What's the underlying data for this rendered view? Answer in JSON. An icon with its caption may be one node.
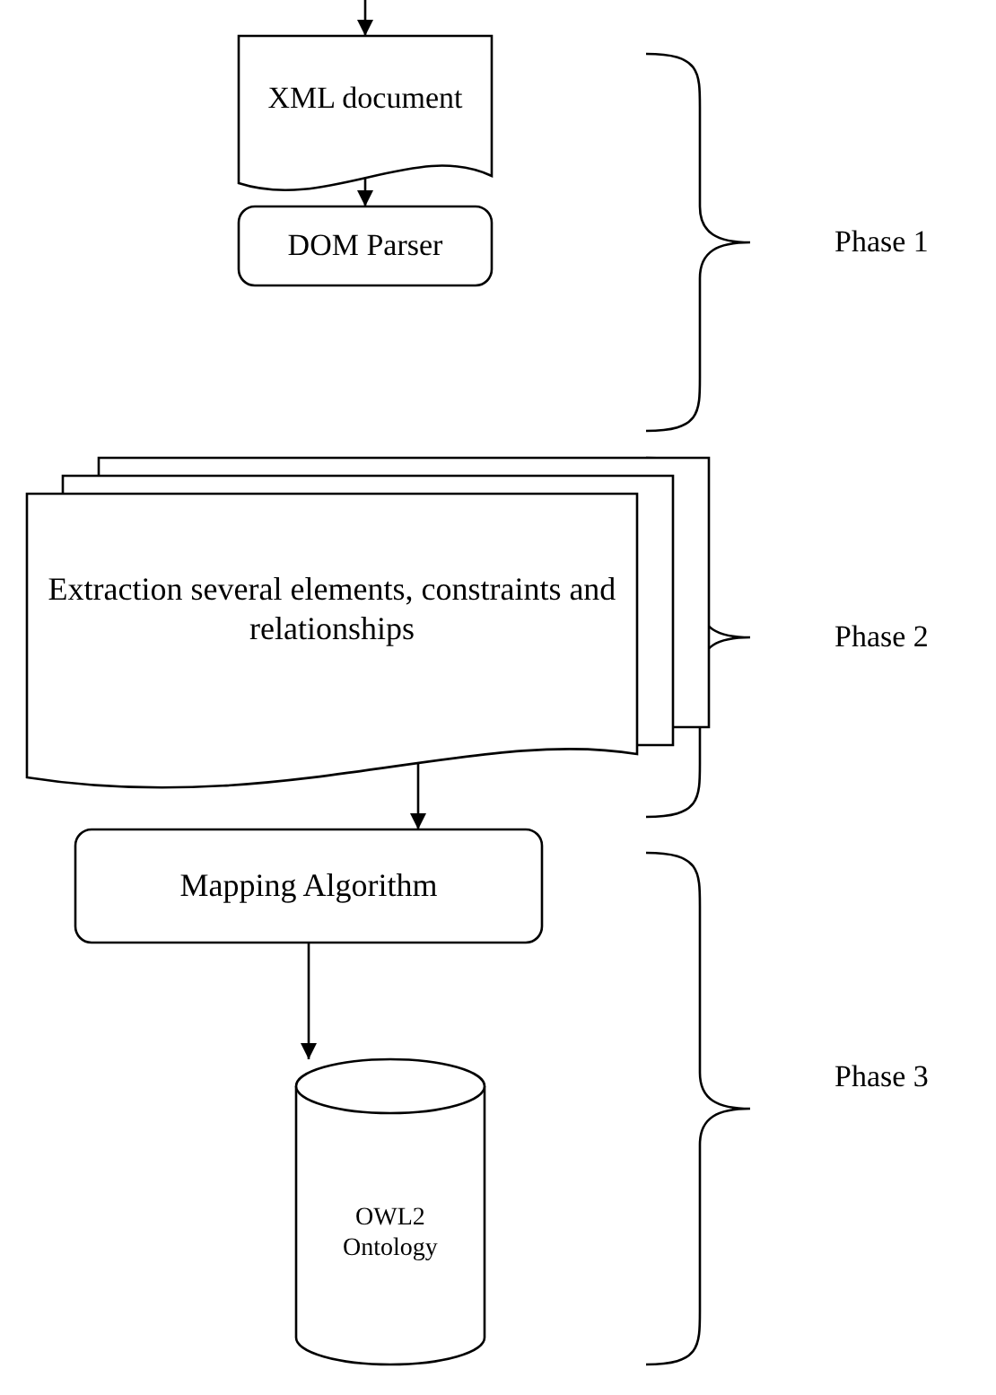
{
  "diagram": {
    "nodes": [
      {
        "text": [
          "XML document"
        ]
      },
      {
        "text": [
          "DOM Parser"
        ]
      },
      {
        "text": [
          "Extraction several elements, constraints and relationships"
        ]
      },
      {
        "text": [
          "Mapping Algorithm"
        ]
      },
      {
        "text": [
          "OWL2 Ontology"
        ]
      }
    ],
    "edges": [
      {
        "from": null,
        "to": 0,
        "arrow": "to"
      },
      {
        "from": 0,
        "to": 1,
        "arrow": "to"
      },
      {
        "from": 2,
        "to": 3,
        "arrow": "to"
      },
      {
        "from": 3,
        "to": 4,
        "arrow": "to"
      }
    ],
    "labels": [
      "Phase 1",
      "Phase 2",
      "Phase 3"
    ]
  }
}
